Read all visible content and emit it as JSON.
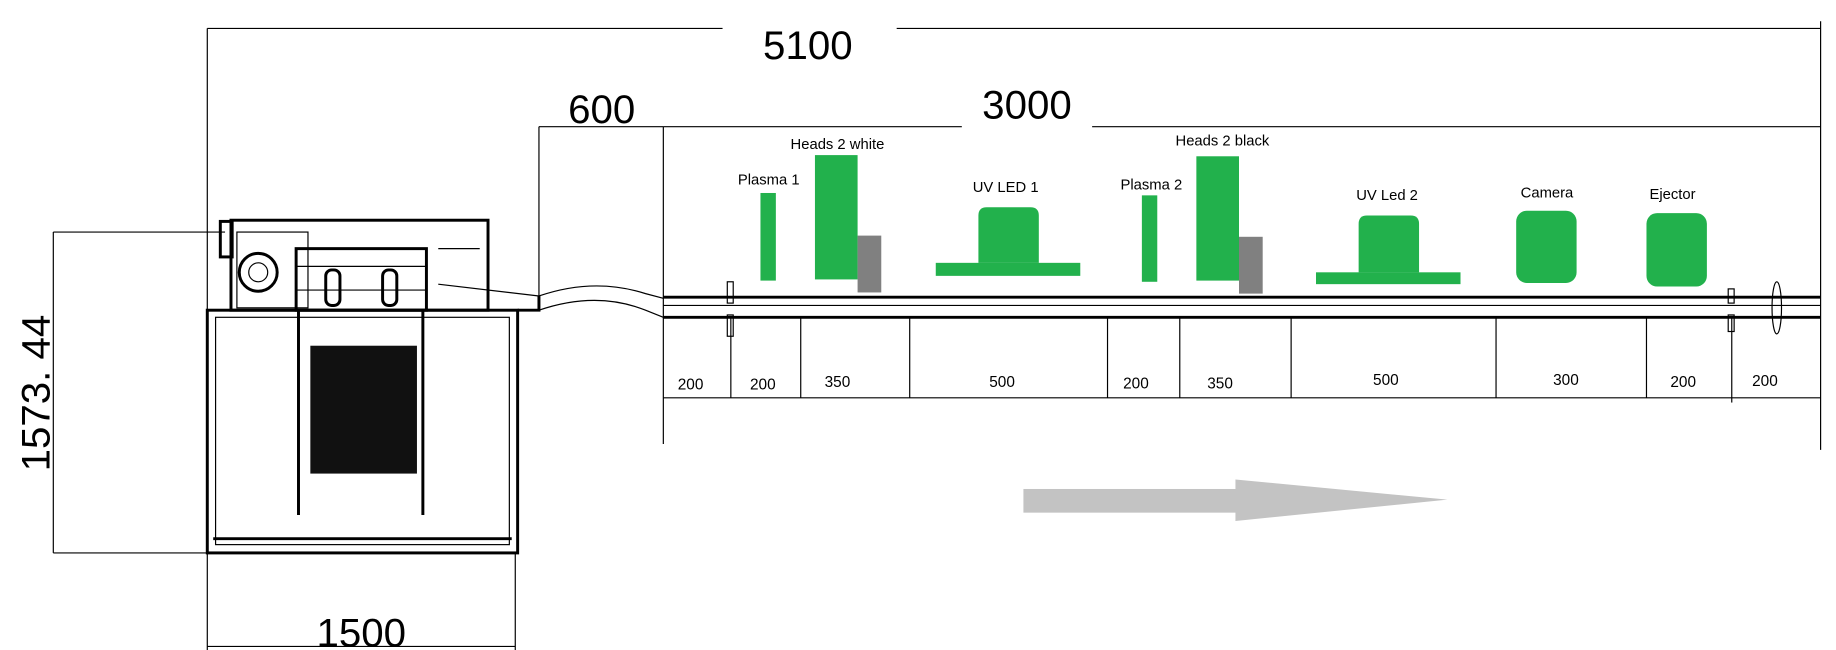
{
  "dimensions": {
    "total_length": "5100",
    "infeed_length": "600",
    "conveyor_length": "3000",
    "height": "1573. 44",
    "machine_width": "1500"
  },
  "stations": [
    {
      "label": "Plasma 1"
    },
    {
      "label": "Heads 2 white"
    },
    {
      "label": "UV LED 1"
    },
    {
      "label": "Plasma 2"
    },
    {
      "label": "Heads 2 black"
    },
    {
      "label": "UV Led 2"
    },
    {
      "label": "Camera"
    },
    {
      "label": "Ejector"
    }
  ],
  "segments": [
    "200",
    "200",
    "350",
    "500",
    "200",
    "350",
    "500",
    "300",
    "200",
    "200"
  ],
  "colors": {
    "station": "#22b14c",
    "head_block": "#808080",
    "arrow": "#c3c3c3"
  }
}
